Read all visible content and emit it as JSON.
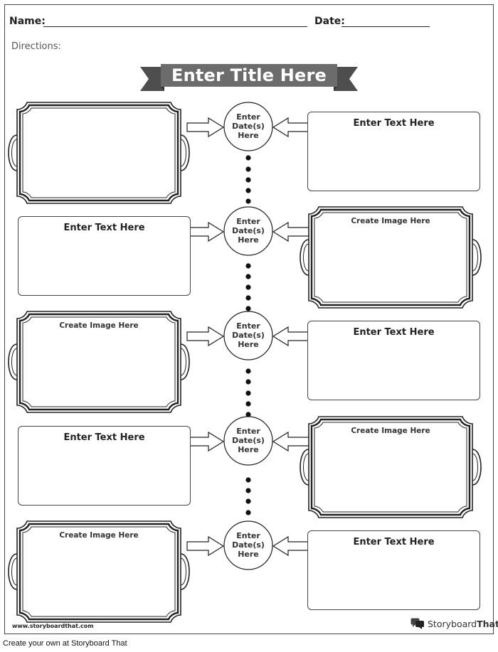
{
  "header": {
    "name_label": "Name:",
    "date_label": "Date:"
  },
  "directions_label": "Directions:",
  "title": "Enter Title Here",
  "rows": [
    {
      "left": {
        "kind": "frame",
        "label": ""
      },
      "date": [
        "Enter",
        "Date(s)",
        "Here"
      ],
      "right": {
        "kind": "text",
        "label": "Enter Text Here"
      }
    },
    {
      "left": {
        "kind": "text",
        "label": "Enter Text Here"
      },
      "date": [
        "Enter",
        "Date(s)",
        "Here"
      ],
      "right": {
        "kind": "frame",
        "label": "Create Image Here"
      }
    },
    {
      "left": {
        "kind": "frame",
        "label": "Create Image Here"
      },
      "date": [
        "Enter",
        "Date(s)",
        "Here"
      ],
      "right": {
        "kind": "text",
        "label": "Enter Text Here"
      }
    },
    {
      "left": {
        "kind": "text",
        "label": "Enter Text Here"
      },
      "date": [
        "Enter",
        "Date(s)",
        "Here"
      ],
      "right": {
        "kind": "frame",
        "label": "Create Image Here"
      }
    },
    {
      "left": {
        "kind": "frame",
        "label": "Create Image Here"
      },
      "date": [
        "Enter",
        "Date(s)",
        "Here"
      ],
      "right": {
        "kind": "text",
        "label": "Enter Text Here"
      }
    }
  ],
  "footer": {
    "url": "www.storyboardthat.com",
    "logo_prefix": "Storyboard",
    "logo_suffix": "That",
    "cta": "Create your own at Storyboard That"
  },
  "colors": {
    "banner": "#6b6c6b",
    "banner_tail": "#4d4e4d",
    "ink": "#222222"
  },
  "icons": {
    "logo": "speech-bubbles-icon",
    "arrow": "hollow-arrow-icon"
  }
}
